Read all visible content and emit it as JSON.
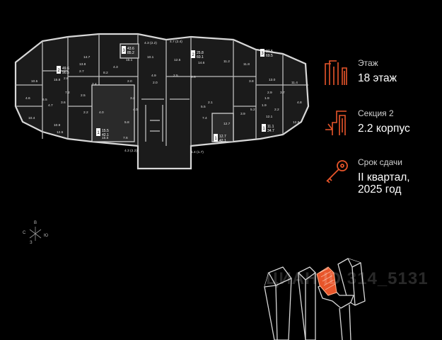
{
  "colors": {
    "accent": "#e8552a",
    "background": "#000000",
    "plan_wall": "#c8c8c8",
    "plan_fill": "#1b1b1b"
  },
  "info": {
    "floor": {
      "icon": "floor-icon",
      "label": "Этаж",
      "value": "18 этаж"
    },
    "section": {
      "icon": "section-icon",
      "label": "Секция 2",
      "value": "2.2 корпус"
    },
    "handover": {
      "icon": "key-icon",
      "label": "Срок сдачи",
      "value_line1": "II квартал,",
      "value_line2": "2025 год"
    }
  },
  "compass": {
    "n": "В",
    "w": "С",
    "e": "Ю",
    "s": "З"
  },
  "watermark": "ЦИАН ID 314_5131",
  "apartments": [
    {
      "id": "apt-1",
      "rooms": "2",
      "area": "49.6",
      "total": "90.5"
    },
    {
      "id": "apt-2",
      "rooms": "3",
      "area": "43.6",
      "total": "85.2"
    },
    {
      "id": "apt-3",
      "rooms": "2",
      "area": "25.8",
      "total": "60.1"
    },
    {
      "id": "apt-4",
      "rooms": "3",
      "area": "37.5",
      "total": "69.5"
    },
    {
      "id": "apt-5",
      "rooms": "1",
      "area": "15.5",
      "total": "42.1"
    },
    {
      "id": "apt-6",
      "rooms": "1",
      "area": "12.7",
      "total": "42.1"
    },
    {
      "id": "apt-7",
      "rooms": "1",
      "area": "11.1",
      "total": "34.7"
    }
  ],
  "room_labels": [
    "10.5",
    "4.6",
    "10.4",
    "10.9",
    "12.5",
    "15.8",
    "13.8",
    "14.7",
    "15.1",
    "10.1",
    "4.3 (2.2)",
    "4.7 (2.4)",
    "12.5",
    "14.6",
    "11.2",
    "11.8",
    "13.0",
    "11.4",
    "4.8",
    "12.9",
    "12.1",
    "12.7",
    "7.4",
    "5.5",
    "7.6",
    "15.5",
    "4.3 (2.2)",
    "1.4 (1.7)",
    "2.7",
    "8.2",
    "4.9",
    "2.0",
    "6.5",
    "2.5",
    "4.0",
    "3.2",
    "2.4",
    "4.3",
    "2.8",
    "7.2",
    "5.8",
    "2.2",
    "4.0",
    "4.7",
    "6.5",
    "3.6",
    "2.5",
    "2.1",
    "5.2",
    "3.9",
    "1.9",
    "2.9",
    "3.7",
    "3.8",
    "1.9",
    "2.2",
    "2.0"
  ]
}
